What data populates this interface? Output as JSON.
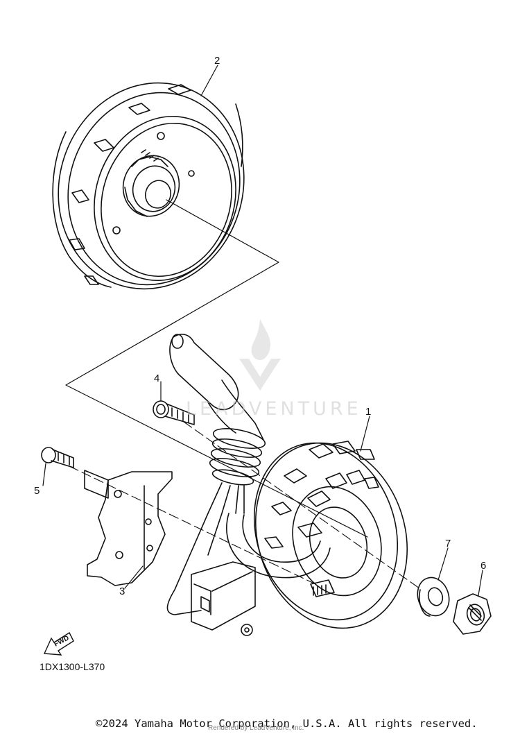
{
  "diagram": {
    "callouts": {
      "c1": "1",
      "c2": "2",
      "c3": "3",
      "c4": "4",
      "c5": "5",
      "c6": "6",
      "c7": "7"
    },
    "fwd_label": "FWD",
    "drawing_code": "1DX1300-L370",
    "watermark_text": "LEADVENTURE",
    "copyright": "©2024 Yamaha Motor Corporation, U.S.A. All rights reserved.",
    "rendered_by": "Rendered by LeadVenture, Inc."
  }
}
